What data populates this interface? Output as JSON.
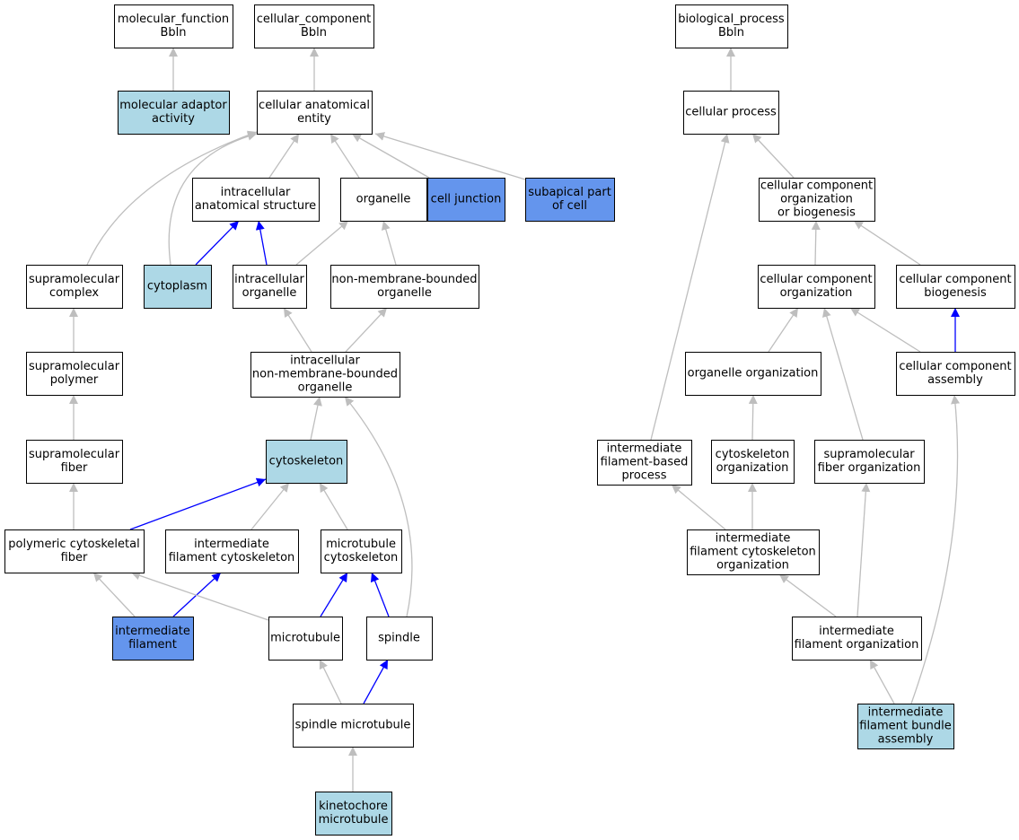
{
  "colors": {
    "plain": "#ffffff",
    "light": "#add8e6",
    "dark": "#6495ed",
    "gray_edge": "#bebebe",
    "blue_edge": "#0000ff"
  },
  "nodes": [
    {
      "id": "mf",
      "lines": [
        "molecular_function",
        "Bbln"
      ],
      "fill": "plain"
    },
    {
      "id": "cc",
      "lines": [
        "cellular_component",
        "Bbln"
      ],
      "fill": "plain"
    },
    {
      "id": "bp",
      "lines": [
        "biological_process",
        "Bbln"
      ],
      "fill": "plain"
    },
    {
      "id": "mad",
      "lines": [
        "molecular adaptor",
        "activity"
      ],
      "fill": "light"
    },
    {
      "id": "cae",
      "lines": [
        "cellular anatomical",
        "entity"
      ],
      "fill": "plain"
    },
    {
      "id": "cp",
      "lines": [
        "cellular process"
      ],
      "fill": "plain"
    },
    {
      "id": "ias",
      "lines": [
        "intracellular",
        "anatomical structure"
      ],
      "fill": "plain"
    },
    {
      "id": "org",
      "lines": [
        "organelle"
      ],
      "fill": "plain"
    },
    {
      "id": "cj",
      "lines": [
        "cell junction"
      ],
      "fill": "dark"
    },
    {
      "id": "sap",
      "lines": [
        "subapical part",
        "of cell"
      ],
      "fill": "dark"
    },
    {
      "id": "ccob",
      "lines": [
        "cellular component",
        "organization",
        "or biogenesis"
      ],
      "fill": "plain"
    },
    {
      "id": "smc",
      "lines": [
        "supramolecular",
        "complex"
      ],
      "fill": "plain"
    },
    {
      "id": "cyto",
      "lines": [
        "cytoplasm"
      ],
      "fill": "light"
    },
    {
      "id": "io",
      "lines": [
        "intracellular",
        "organelle"
      ],
      "fill": "plain"
    },
    {
      "id": "nmbo",
      "lines": [
        "non-membrane-bounded",
        "organelle"
      ],
      "fill": "plain"
    },
    {
      "id": "cco",
      "lines": [
        "cellular component",
        "organization"
      ],
      "fill": "plain"
    },
    {
      "id": "ccb",
      "lines": [
        "cellular component",
        "biogenesis"
      ],
      "fill": "plain"
    },
    {
      "id": "smp",
      "lines": [
        "supramolecular",
        "polymer"
      ],
      "fill": "plain"
    },
    {
      "id": "inmbo",
      "lines": [
        "intracellular",
        "non-membrane-bounded",
        "organelle"
      ],
      "fill": "plain"
    },
    {
      "id": "oo",
      "lines": [
        "organelle organization"
      ],
      "fill": "plain"
    },
    {
      "id": "cca",
      "lines": [
        "cellular component",
        "assembly"
      ],
      "fill": "plain"
    },
    {
      "id": "smf",
      "lines": [
        "supramolecular",
        "fiber"
      ],
      "fill": "plain"
    },
    {
      "id": "csk",
      "lines": [
        "cytoskeleton"
      ],
      "fill": "light"
    },
    {
      "id": "ifbp",
      "lines": [
        "intermediate",
        "filament-based",
        "process"
      ],
      "fill": "plain"
    },
    {
      "id": "csko",
      "lines": [
        "cytoskeleton",
        "organization"
      ],
      "fill": "plain"
    },
    {
      "id": "smfo",
      "lines": [
        "supramolecular",
        "fiber organization"
      ],
      "fill": "plain"
    },
    {
      "id": "pcf",
      "lines": [
        "polymeric cytoskeletal",
        "fiber"
      ],
      "fill": "plain"
    },
    {
      "id": "ifc",
      "lines": [
        "intermediate",
        "filament cytoskeleton"
      ],
      "fill": "plain"
    },
    {
      "id": "mtc",
      "lines": [
        "microtubule",
        "cytoskeleton"
      ],
      "fill": "plain"
    },
    {
      "id": "ifcso",
      "lines": [
        "intermediate",
        "filament cytoskeleton",
        "organization"
      ],
      "fill": "plain"
    },
    {
      "id": "if",
      "lines": [
        "intermediate",
        "filament"
      ],
      "fill": "dark"
    },
    {
      "id": "mt",
      "lines": [
        "microtubule"
      ],
      "fill": "plain"
    },
    {
      "id": "sp",
      "lines": [
        "spindle"
      ],
      "fill": "plain"
    },
    {
      "id": "ifo",
      "lines": [
        "intermediate",
        "filament organization"
      ],
      "fill": "plain"
    },
    {
      "id": "smt",
      "lines": [
        "spindle microtubule"
      ],
      "fill": "plain"
    },
    {
      "id": "ifba",
      "lines": [
        "intermediate",
        "filament bundle",
        "assembly"
      ],
      "fill": "light"
    },
    {
      "id": "kmt",
      "lines": [
        "kinetochore",
        "microtubule"
      ],
      "fill": "light"
    }
  ],
  "edges": [
    {
      "from": "mad",
      "to": "mf",
      "kind": "gray"
    },
    {
      "from": "cae",
      "to": "cc",
      "kind": "gray"
    },
    {
      "from": "cp",
      "to": "bp",
      "kind": "gray"
    },
    {
      "from": "ias",
      "to": "cae",
      "kind": "gray"
    },
    {
      "from": "org",
      "to": "cae",
      "kind": "gray"
    },
    {
      "from": "cj",
      "to": "cae",
      "kind": "gray"
    },
    {
      "from": "sap",
      "to": "cae",
      "kind": "gray"
    },
    {
      "from": "smc",
      "to": "cae",
      "kind": "gray"
    },
    {
      "from": "cyto",
      "to": "cae",
      "kind": "gray"
    },
    {
      "from": "cyto",
      "to": "ias",
      "kind": "blue"
    },
    {
      "from": "io",
      "to": "ias",
      "kind": "blue"
    },
    {
      "from": "io",
      "to": "org",
      "kind": "gray"
    },
    {
      "from": "nmbo",
      "to": "org",
      "kind": "gray"
    },
    {
      "from": "smp",
      "to": "smc",
      "kind": "gray"
    },
    {
      "from": "inmbo",
      "to": "io",
      "kind": "gray"
    },
    {
      "from": "inmbo",
      "to": "nmbo",
      "kind": "gray"
    },
    {
      "from": "smf",
      "to": "smp",
      "kind": "gray"
    },
    {
      "from": "csk",
      "to": "inmbo",
      "kind": "gray"
    },
    {
      "from": "pcf",
      "to": "smf",
      "kind": "gray"
    },
    {
      "from": "pcf",
      "to": "csk",
      "kind": "blue"
    },
    {
      "from": "ifc",
      "to": "csk",
      "kind": "gray"
    },
    {
      "from": "mtc",
      "to": "csk",
      "kind": "gray"
    },
    {
      "from": "if",
      "to": "pcf",
      "kind": "gray"
    },
    {
      "from": "if",
      "to": "ifc",
      "kind": "blue"
    },
    {
      "from": "mt",
      "to": "pcf",
      "kind": "gray"
    },
    {
      "from": "mt",
      "to": "mtc",
      "kind": "blue"
    },
    {
      "from": "sp",
      "to": "mtc",
      "kind": "blue"
    },
    {
      "from": "sp",
      "to": "inmbo",
      "kind": "gray"
    },
    {
      "from": "smt",
      "to": "mt",
      "kind": "gray"
    },
    {
      "from": "smt",
      "to": "sp",
      "kind": "blue"
    },
    {
      "from": "kmt",
      "to": "smt",
      "kind": "gray"
    },
    {
      "from": "ccob",
      "to": "cp",
      "kind": "gray"
    },
    {
      "from": "ifbp",
      "to": "cp",
      "kind": "gray"
    },
    {
      "from": "cco",
      "to": "ccob",
      "kind": "gray"
    },
    {
      "from": "ccb",
      "to": "ccob",
      "kind": "gray"
    },
    {
      "from": "oo",
      "to": "cco",
      "kind": "gray"
    },
    {
      "from": "cca",
      "to": "cco",
      "kind": "gray"
    },
    {
      "from": "cca",
      "to": "ccb",
      "kind": "blue"
    },
    {
      "from": "csko",
      "to": "oo",
      "kind": "gray"
    },
    {
      "from": "smfo",
      "to": "cco",
      "kind": "gray"
    },
    {
      "from": "ifcso",
      "to": "ifbp",
      "kind": "gray"
    },
    {
      "from": "ifcso",
      "to": "csko",
      "kind": "gray"
    },
    {
      "from": "ifo",
      "to": "ifcso",
      "kind": "gray"
    },
    {
      "from": "ifo",
      "to": "smfo",
      "kind": "gray"
    },
    {
      "from": "ifba",
      "to": "ifo",
      "kind": "gray"
    },
    {
      "from": "ifba",
      "to": "cca",
      "kind": "gray"
    }
  ]
}
